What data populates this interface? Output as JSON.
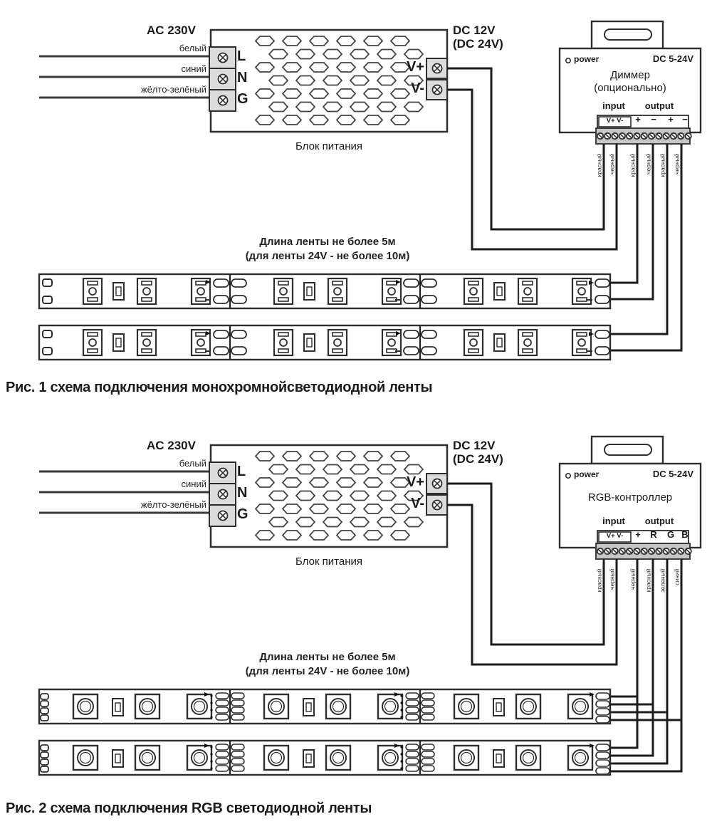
{
  "page": {
    "background": "#ffffff",
    "ink_color": "#2a2a2a",
    "wire_color": "#1c1c1c"
  },
  "fig1": {
    "type": "mono",
    "ac_label": "AC 230V",
    "mains_wires": [
      "белый",
      "синий",
      "жёлто-зелёный"
    ],
    "psu_input_terminals": [
      "L",
      "N",
      "G"
    ],
    "psu_output_terminals": [
      "V+",
      "V-"
    ],
    "dc_label_line1": "DC 12V",
    "dc_label_line2": "(DC 24V)",
    "psu_caption": "Блок питания",
    "controller": {
      "power_label": "power",
      "voltage_label": "DC 5-24V",
      "title_lines": [
        "Диммер",
        "(опционально)"
      ],
      "input_label": "input",
      "output_label": "output",
      "input_terminal_label": "V+ V-",
      "output_terminal_symbols": [
        "+",
        "−",
        "+",
        "−"
      ],
      "wire_labels": [
        "красный",
        "черный",
        "красный",
        "черный",
        "красный",
        "черный"
      ]
    },
    "length_note_line1": "Длина ленты не более 5м",
    "length_note_line2": "(для ленты 24V - не более 10м)",
    "caption": "Рис. 1 схема подключения монохромнойсветодиодной ленты"
  },
  "fig2": {
    "type": "rgb",
    "ac_label": "AC 230V",
    "mains_wires": [
      "белый",
      "синий",
      "жёлто-зелёный"
    ],
    "psu_input_terminals": [
      "L",
      "N",
      "G"
    ],
    "psu_output_terminals": [
      "V+",
      "V-"
    ],
    "dc_label_line1": "DC 12V",
    "dc_label_line2": "(DC 24V)",
    "psu_caption": "Блок питания",
    "controller": {
      "power_label": "power",
      "voltage_label": "DC 5-24V",
      "title_lines": [
        "RGB-контроллер"
      ],
      "input_label": "input",
      "output_label": "output",
      "input_terminal_label": "V+ V-",
      "output_terminal_symbols": [
        "+",
        "R",
        "G",
        "B"
      ],
      "wire_labels": [
        "красный",
        "черный",
        "черный",
        "красный",
        "зеленый",
        "синий"
      ]
    },
    "length_note_line1": "Длина ленты не более 5м",
    "length_note_line2": "(для ленты 24V - не более 10м)",
    "caption": "Рис. 2 схема подключения RGB светодиодной ленты"
  }
}
